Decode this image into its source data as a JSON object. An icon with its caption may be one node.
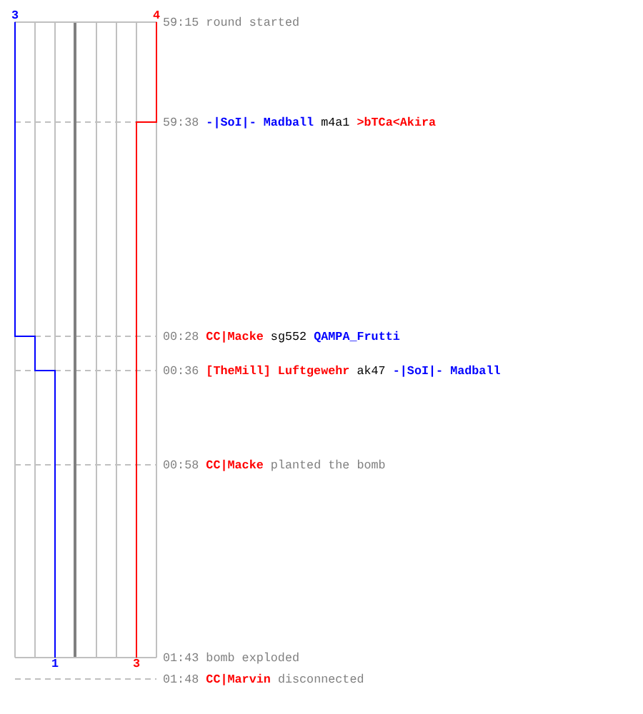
{
  "diagram": {
    "nodes": [
      {
        "text": [
          "3"
        ]
      },
      {
        "text": [
          "4"
        ]
      },
      {
        "text": [
          "1"
        ]
      },
      {
        "text": [
          "3"
        ]
      }
    ],
    "edges": [
      {
        "from": 0,
        "to": 2,
        "arrow": "none",
        "color": "#0000ff"
      },
      {
        "from": 1,
        "to": 3,
        "arrow": "none",
        "color": "#ff0000"
      }
    ],
    "labels": [
      "59:15",
      "round started",
      "59:38",
      "-|SoI|- Madball",
      "m4a1",
      ">bTCa<Akira",
      "00:28",
      "CC|Macke",
      "sg552",
      "QAMPA_Frutti",
      "00:36",
      "[TheMill] Luftgewehr",
      "ak47",
      "-|SoI|- Madball",
      "00:58",
      "CC|Macke",
      "planted the bomb",
      "01:43",
      "bomb exploded",
      "01:48",
      "CC|Marvin",
      "disconnected"
    ]
  }
}
